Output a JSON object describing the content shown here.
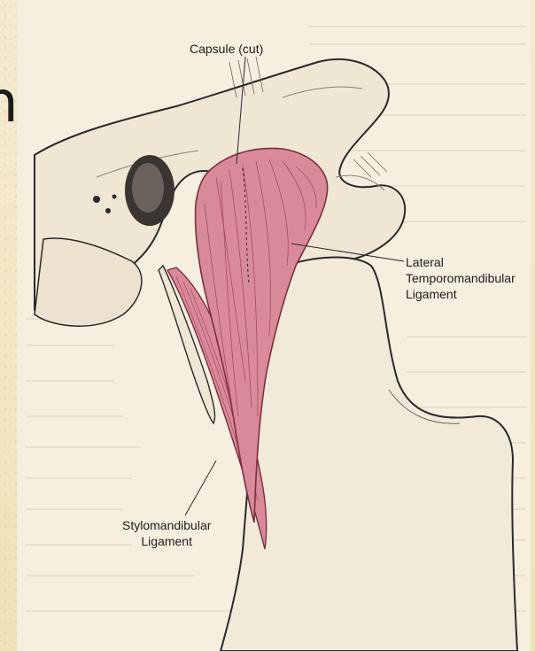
{
  "slide": {
    "heading_fragment": "n"
  },
  "figure": {
    "labels": {
      "capsule": "Capsule (cut)",
      "lateral_line1": "Lateral",
      "lateral_line2": "Temporomandibular",
      "lateral_line3": "Ligament",
      "stylo_line1": "Stylomandibular",
      "stylo_line2": "Ligament"
    },
    "colors": {
      "ligament": "#d98a9a",
      "ligament_dark": "#b0566a",
      "bone": "#efe6d4",
      "ink": "#2a2a2a"
    }
  }
}
